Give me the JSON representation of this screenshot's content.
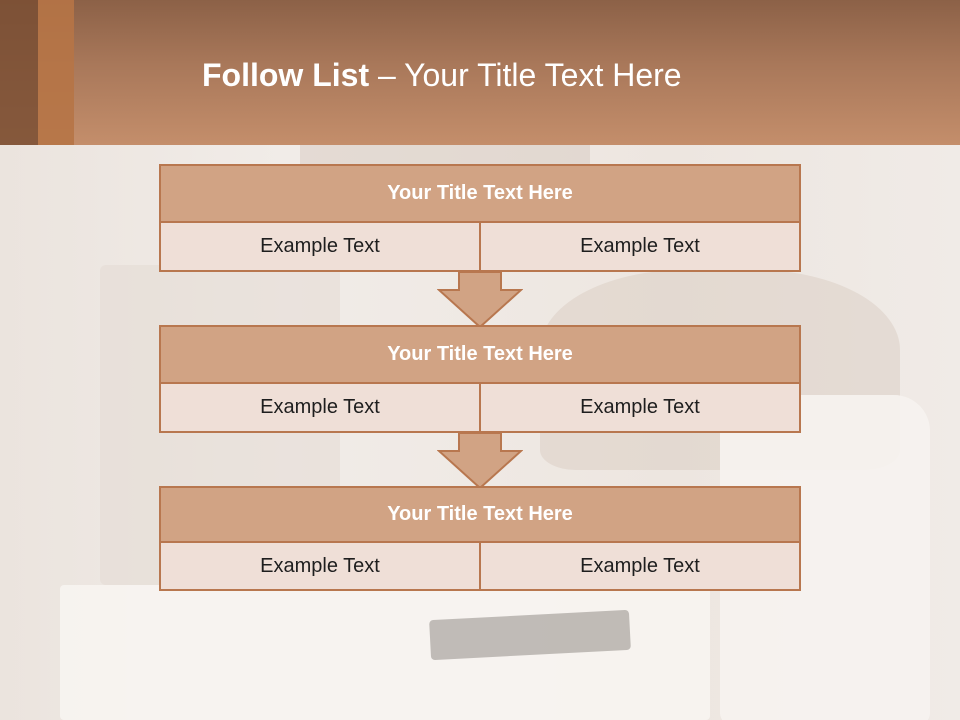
{
  "slide": {
    "title_bold": "Follow List",
    "title_rest": " – Your Title Text Here"
  },
  "diagram": {
    "steps": [
      {
        "title": "Your Title Text Here",
        "left": "Example Text",
        "right": "Example Text"
      },
      {
        "title": "Your Title Text Here",
        "left": "Example Text",
        "right": "Example Text"
      },
      {
        "title": "Your Title Text Here",
        "left": "Example Text",
        "right": "Example Text"
      }
    ]
  },
  "colors": {
    "header_brown": "#c48e6b",
    "box_title_fill": "#d1a384",
    "box_border": "#b8774f",
    "cell_fill": "#efdfd7"
  }
}
